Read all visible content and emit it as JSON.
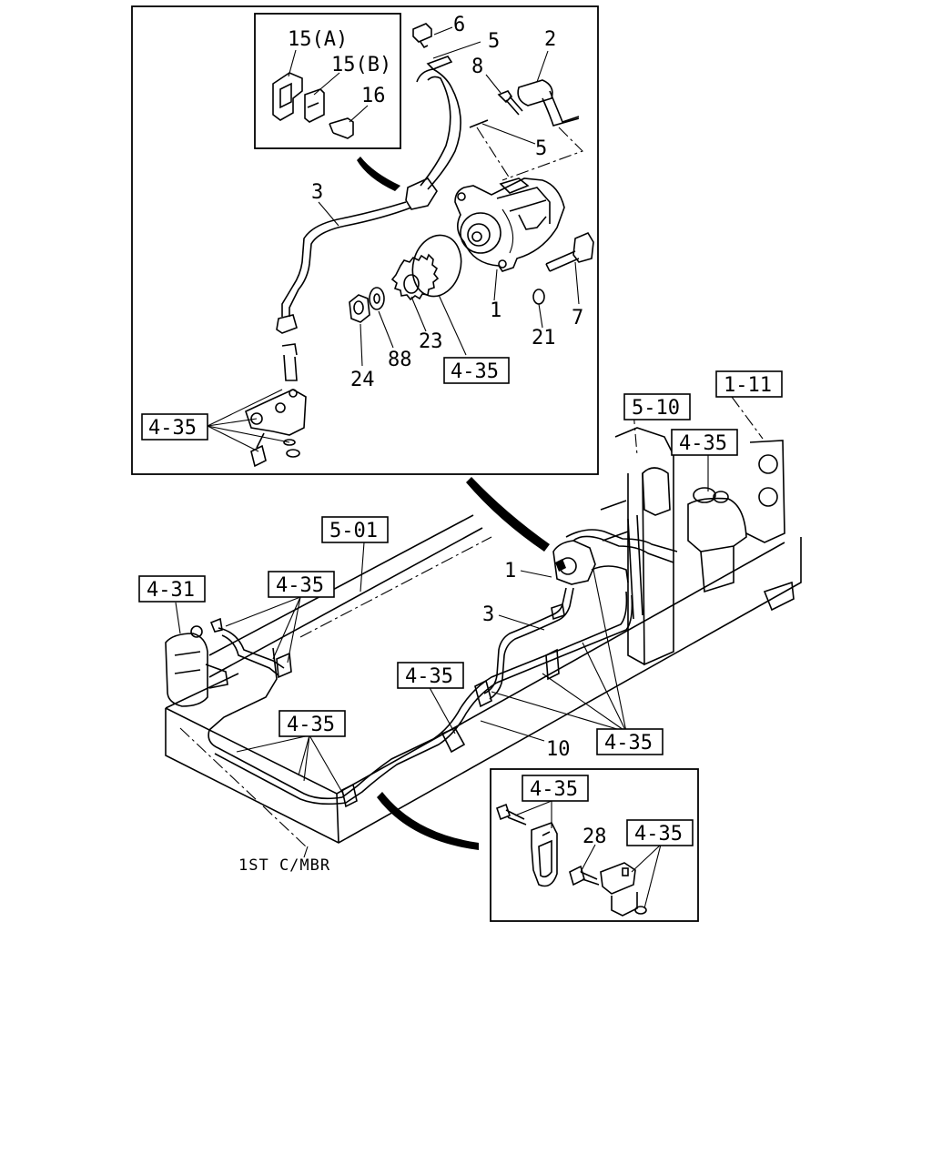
{
  "labels": {
    "p15a": "15(A)",
    "p15b": "15(B)",
    "p16": "16",
    "p6": "6",
    "p5a": "5",
    "p5b": "5",
    "p2": "2",
    "p8": "8",
    "p3a": "3",
    "p1a": "1",
    "p7": "7",
    "p21": "21",
    "p23": "23",
    "p88": "88",
    "p24": "24",
    "p1b": "1",
    "p3b": "3",
    "p10": "10",
    "p28": "28",
    "member": "1ST C/MBR"
  },
  "refs": {
    "r435_top": "4-35",
    "r435_left": "4-35",
    "r510": "5-10",
    "r111": "1-11",
    "r435_tank": "4-35",
    "r501": "5-01",
    "r431": "4-31",
    "r435_filter": "4-35",
    "r435_mid": "4-35",
    "r435_low": "4-35",
    "r435_right": "4-35",
    "r435_clamp": "4-35",
    "r435_bracket": "4-35"
  }
}
